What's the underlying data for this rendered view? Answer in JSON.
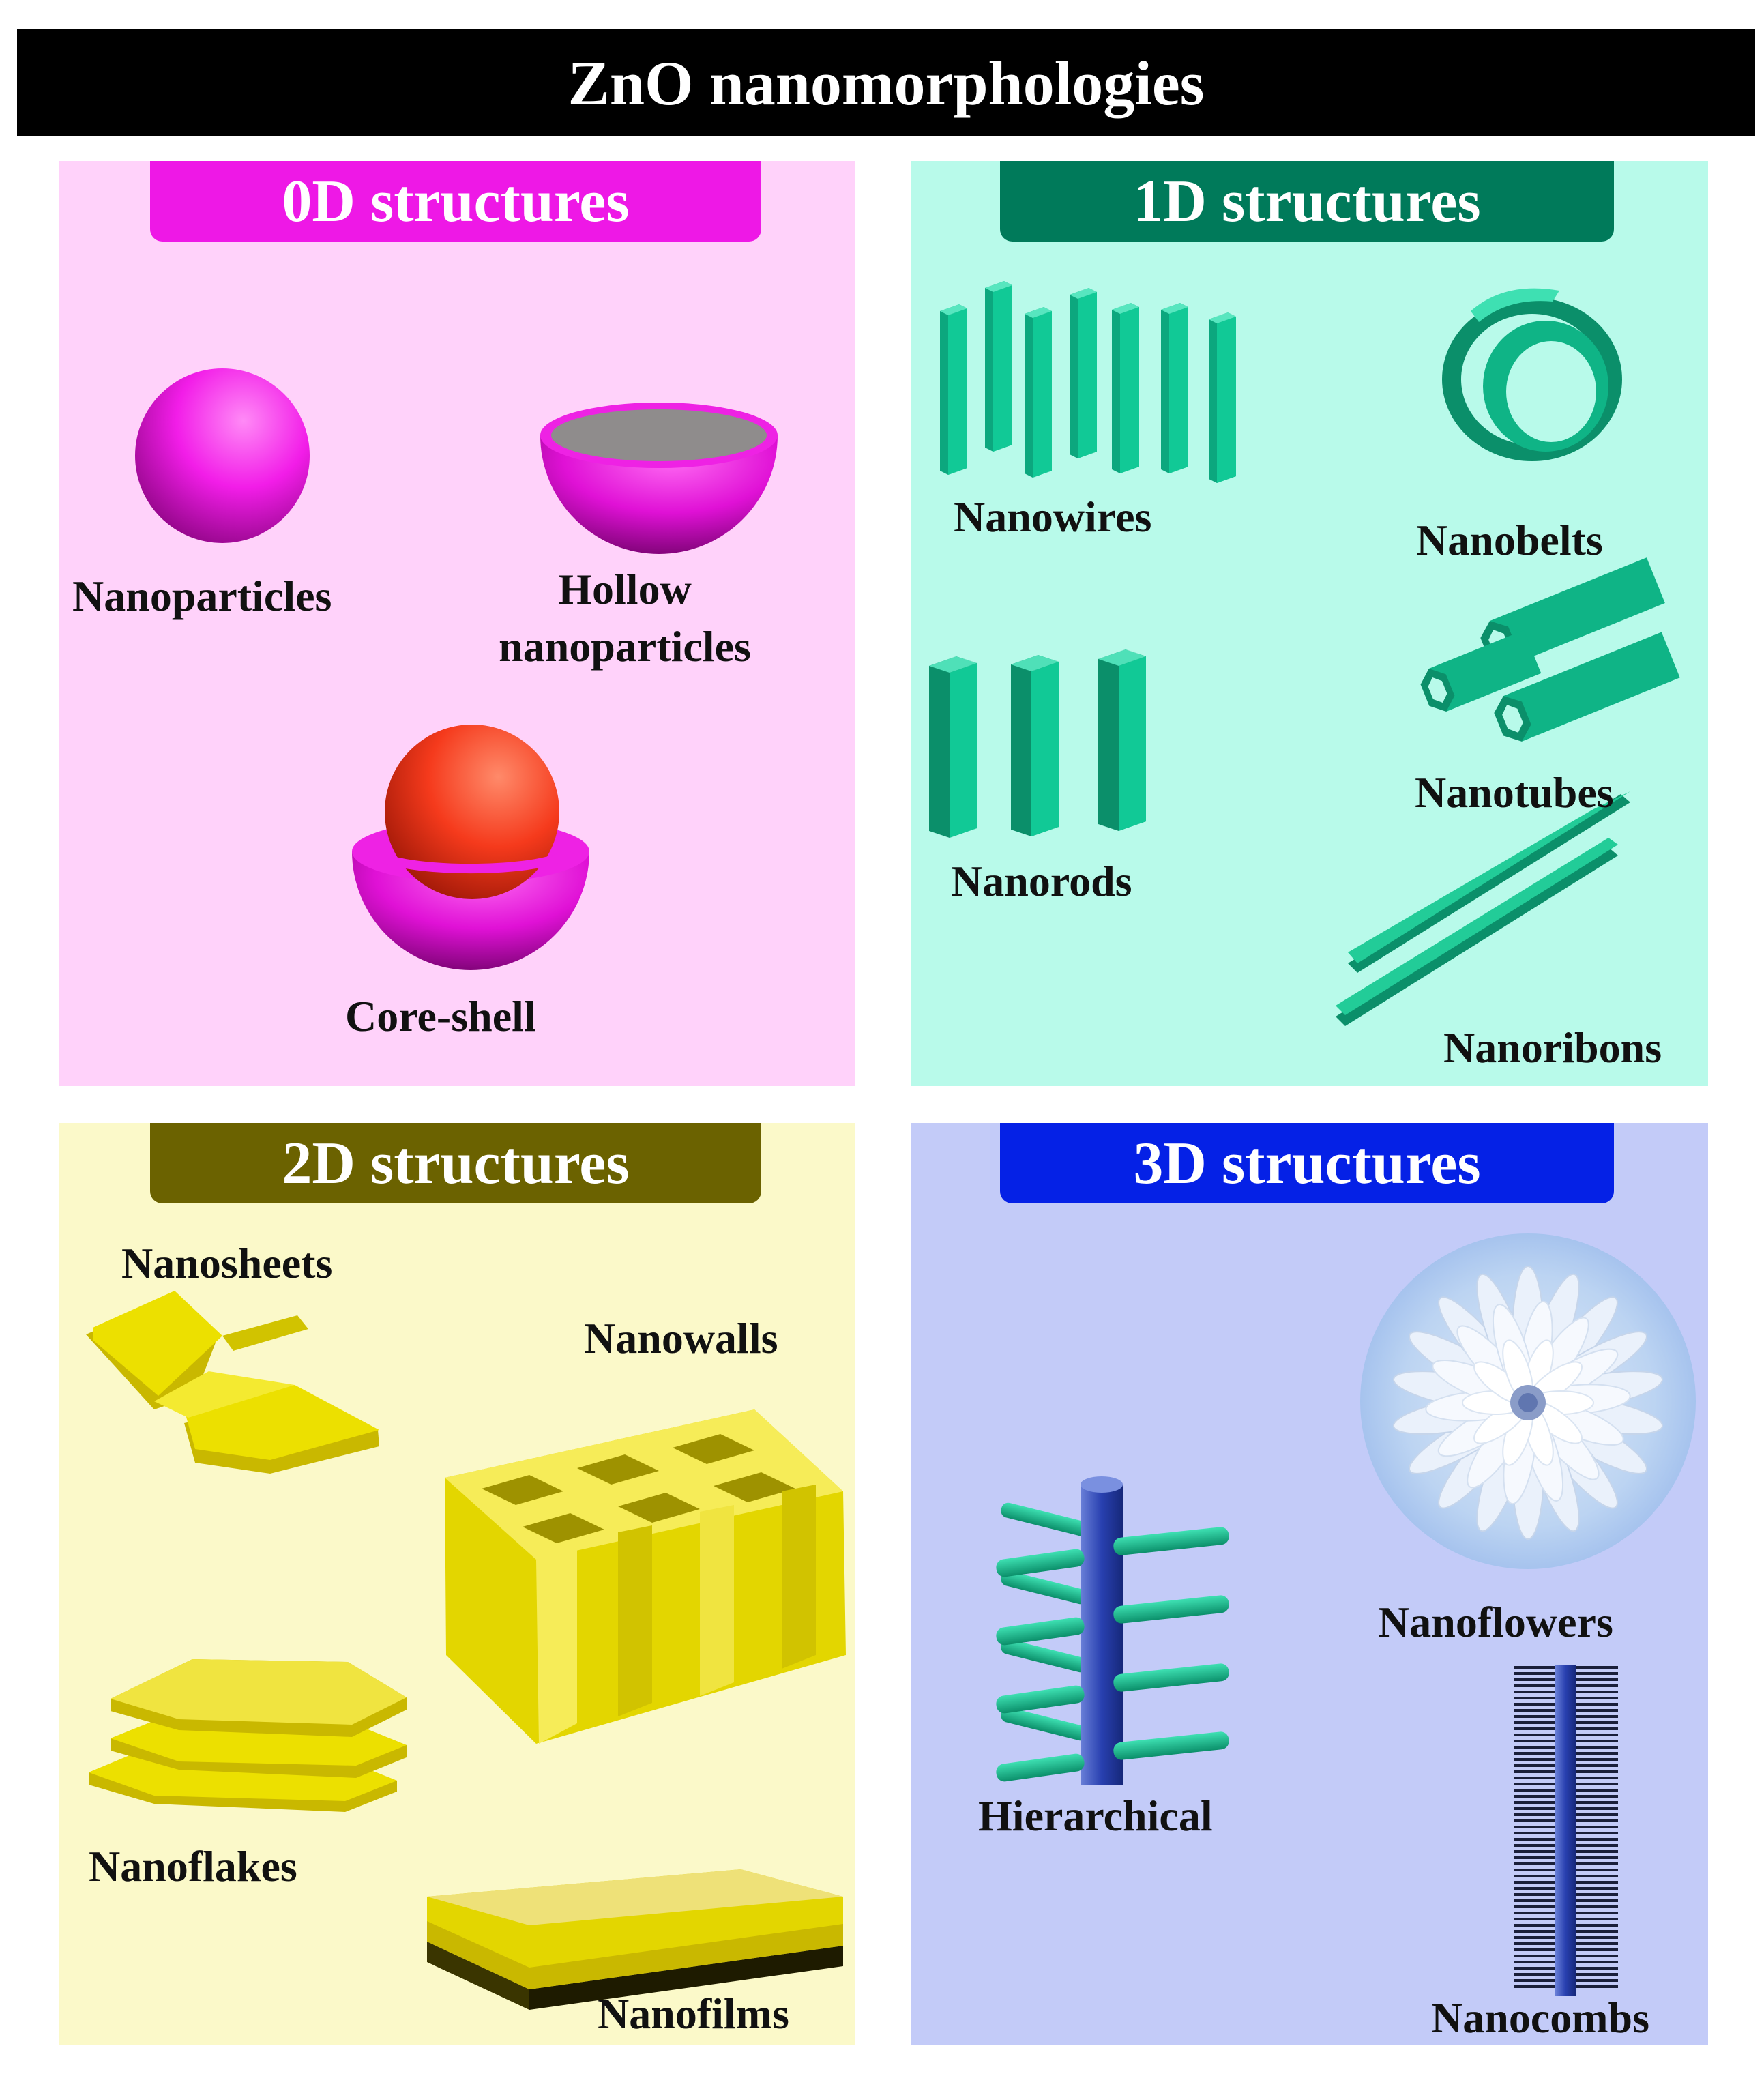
{
  "title": "ZnO nanomorphologies",
  "colors": {
    "panel_0d": "#ffd2fa",
    "panel_1d": "#b8faea",
    "panel_2d": "#fbf9c9",
    "panel_3d": "#c3cbf8",
    "tab_0d": "#ee18e6",
    "tab_1d": "#007a5a",
    "tab_2d": "#6b6200",
    "tab_3d": "#0521e6"
  },
  "panels": {
    "zero_d": {
      "heading": "0D structures",
      "labels": {
        "nanoparticles": "Nanoparticles",
        "hollow_line1": "Hollow",
        "hollow_line2": "nanoparticles",
        "core_shell": "Core-shell"
      }
    },
    "one_d": {
      "heading": "1D structures",
      "labels": {
        "nanowires": "Nanowires",
        "nanobelts": "Nanobelts",
        "nanotubes": "Nanotubes",
        "nanorods": "Nanorods",
        "nanoribons": "Nanoribons"
      }
    },
    "two_d": {
      "heading": "2D structures",
      "labels": {
        "nanosheets": "Nanosheets",
        "nanowalls": "Nanowalls",
        "nanoflakes": "Nanoflakes",
        "nanofilms": "Nanofilms"
      }
    },
    "three_d": {
      "heading": "3D structures",
      "labels": {
        "nanoflowers": "Nanoflowers",
        "hierarchical": "Hierarchical",
        "nanocombs": "Nanocombs"
      }
    }
  }
}
